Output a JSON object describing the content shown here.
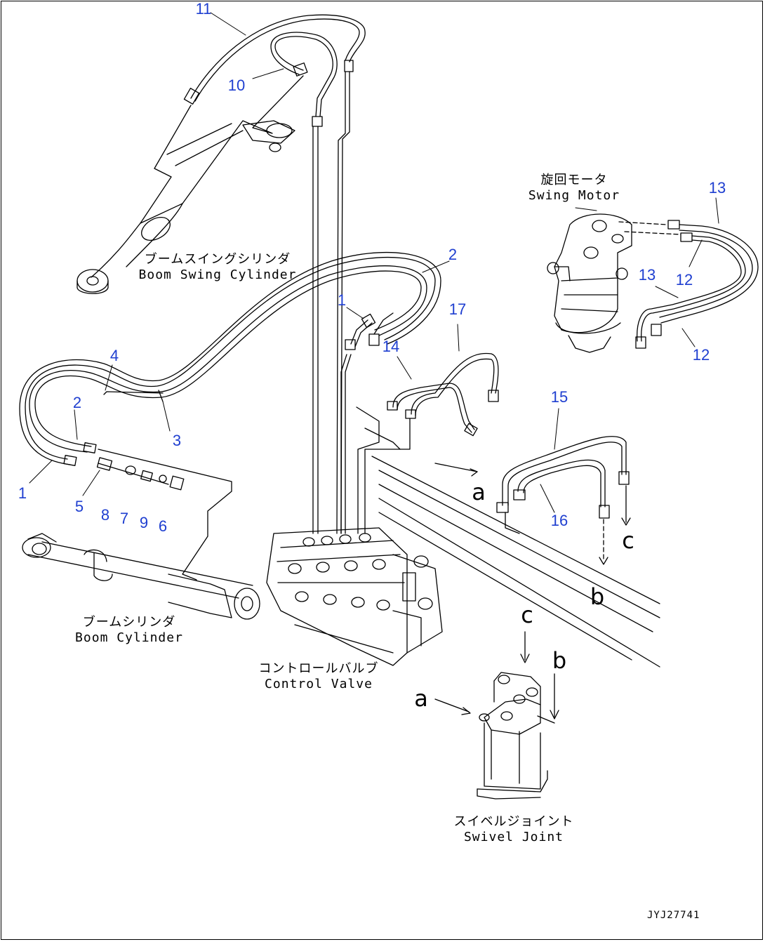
{
  "components": {
    "boom_swing_cylinder": {
      "jp": "ブームスイングシリンダ",
      "en": "Boom Swing Cylinder"
    },
    "boom_cylinder": {
      "jp": "ブームシリンダ",
      "en": "Boom Cylinder"
    },
    "control_valve": {
      "jp": "コントロールバルブ",
      "en": "Control Valve"
    },
    "swing_motor": {
      "jp": "旋回モータ",
      "en": "Swing Motor"
    },
    "swivel_joint": {
      "jp": "スイベルジョイント",
      "en": "Swivel Joint"
    }
  },
  "callouts": [
    "11",
    "10",
    "2",
    "1",
    "17",
    "14",
    "4",
    "2",
    "3",
    "1",
    "5",
    "8",
    "7",
    "9",
    "6",
    "13",
    "12",
    "13",
    "12",
    "15",
    "16"
  ],
  "connections": [
    "a",
    "c",
    "b",
    "c",
    "b",
    "a"
  ],
  "drawing_number": "JYJ27741",
  "callout_color": "#1f3fd0"
}
